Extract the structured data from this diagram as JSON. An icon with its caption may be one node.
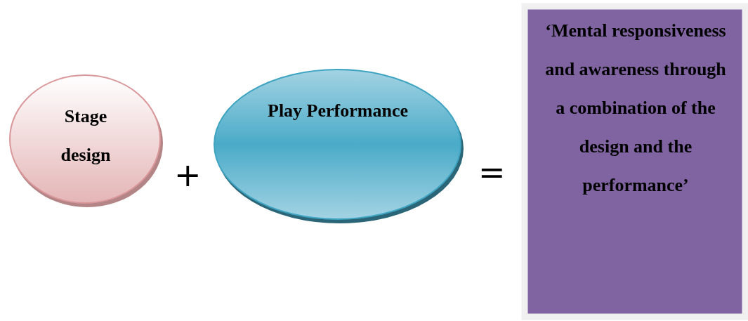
{
  "diagram": {
    "nodes": [
      {
        "text": [
          "Stage design"
        ]
      },
      {
        "text": [
          "Play Performance"
        ]
      },
      {
        "text": [
          "‘Mental responsiveness and awareness through a combination of the design and the performance’"
        ]
      }
    ],
    "labels": [
      "+",
      "="
    ]
  }
}
